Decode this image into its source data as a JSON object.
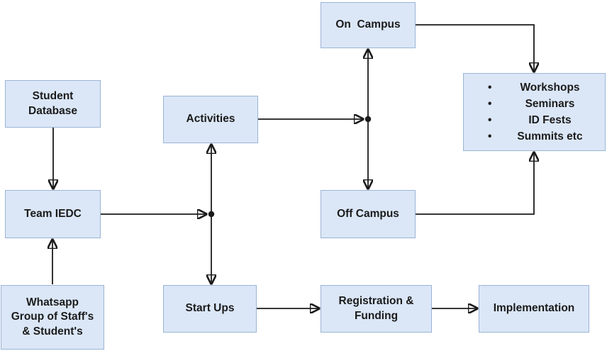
{
  "theme": {
    "canvas-bg": "#ffffff",
    "node-fill": "#dbe7f7",
    "node-border": "#9bb3d6",
    "line": "#1b1b1b",
    "text": "#1b1b1b"
  },
  "diagram": {
    "type": "flowchart",
    "bullet_glyph": "•",
    "nodes": {
      "student_database": {
        "label": "Student\nDatabase"
      },
      "team_iedc": {
        "label": "Team IEDC"
      },
      "whatsapp_group": {
        "label": "Whatsapp\nGroup of Staff's\n& Student's"
      },
      "activities": {
        "label": "Activities"
      },
      "start_ups": {
        "label": "Start Ups"
      },
      "on_campus": {
        "label": "On  Campus"
      },
      "off_campus": {
        "label": "Off Campus"
      },
      "registration_funding": {
        "label": "Registration &\nFunding"
      },
      "implementation": {
        "label": "Implementation"
      },
      "outputs": {
        "items": [
          "Workshops",
          "Seminars",
          "ID Fests",
          "Summits etc"
        ]
      }
    },
    "connections": [
      {
        "from": "student_database",
        "to": "team_iedc",
        "style": "arrow"
      },
      {
        "from": "whatsapp_group",
        "to": "team_iedc",
        "style": "arrow"
      },
      {
        "from": "team_iedc",
        "to": "activities_startups_junction",
        "style": "arrow-dot"
      },
      {
        "from": "activities_startups_junction",
        "to": "activities",
        "style": "arrow"
      },
      {
        "from": "activities_startups_junction",
        "to": "start_ups",
        "style": "arrow"
      },
      {
        "from": "activities",
        "to": "campus_junction",
        "style": "arrow-dot"
      },
      {
        "from": "campus_junction",
        "to": "on_campus",
        "style": "arrow"
      },
      {
        "from": "campus_junction",
        "to": "off_campus",
        "style": "arrow"
      },
      {
        "from": "on_campus",
        "to": "outputs",
        "style": "arrow-elbow"
      },
      {
        "from": "off_campus",
        "to": "outputs",
        "style": "arrow-elbow"
      },
      {
        "from": "start_ups",
        "to": "registration_funding",
        "style": "arrow"
      },
      {
        "from": "registration_funding",
        "to": "implementation",
        "style": "arrow"
      }
    ]
  }
}
